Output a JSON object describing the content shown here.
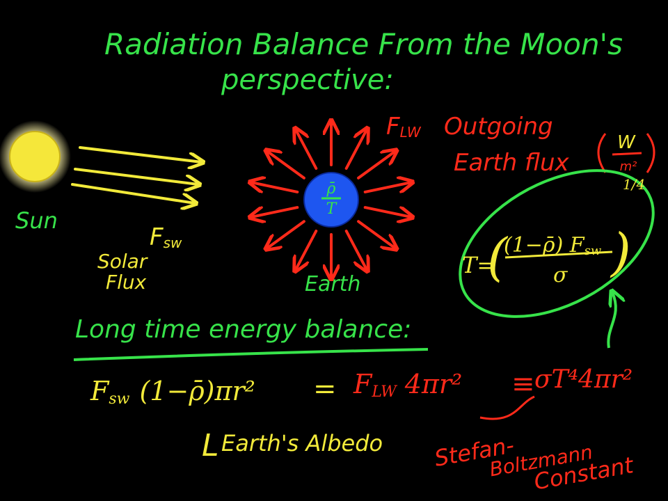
{
  "colors": {
    "background": "#000000",
    "green": "#37e34a",
    "yellow": "#f2ea3a",
    "red": "#ff2a1a",
    "earth_blue": "#1e56f0",
    "sun_fill": "#f5e73a",
    "sun_glow": "#fff6a8"
  },
  "title": {
    "line1": "Radiation Balance From the Moon's",
    "line2": "perspective:"
  },
  "sun": {
    "label": "Sun",
    "solar_symbol": "F",
    "solar_symbol_sub": "sw",
    "solar_line1": "Solar",
    "solar_line2": "Flux"
  },
  "earth": {
    "label": "Earth",
    "albedo_symbol": "ρ̄",
    "temp_symbol": "T"
  },
  "outgoing": {
    "symbol": "F",
    "symbol_sub": "LW",
    "line1": "Outgoing",
    "line2": "Earth flux",
    "units_num": "W",
    "units_den": "m²"
  },
  "boxed_equation": {
    "lhs": "T",
    "eq": "=",
    "open": "(",
    "numerator": "(1−ρ̄) F",
    "numerator_sub": "sw",
    "denominator": "σ",
    "close": ")",
    "exponent": "1/4"
  },
  "balance": {
    "heading": "Long time energy balance:",
    "lhs": "F",
    "lhs_sub": "sw",
    "lhs_rest": "(1−ρ̄)πr²",
    "eq1": "=",
    "mid": "F",
    "mid_sub": "LW",
    "mid_rest": "4πr²",
    "eq2": "≡",
    "rhs": "σT⁴4πr²"
  },
  "albedo_note": {
    "bracket": "L",
    "text": "Earth's Albedo"
  },
  "stefan_note": {
    "line1": "Stefan-",
    "line2": "Boltzmann",
    "line3": "Constant"
  }
}
